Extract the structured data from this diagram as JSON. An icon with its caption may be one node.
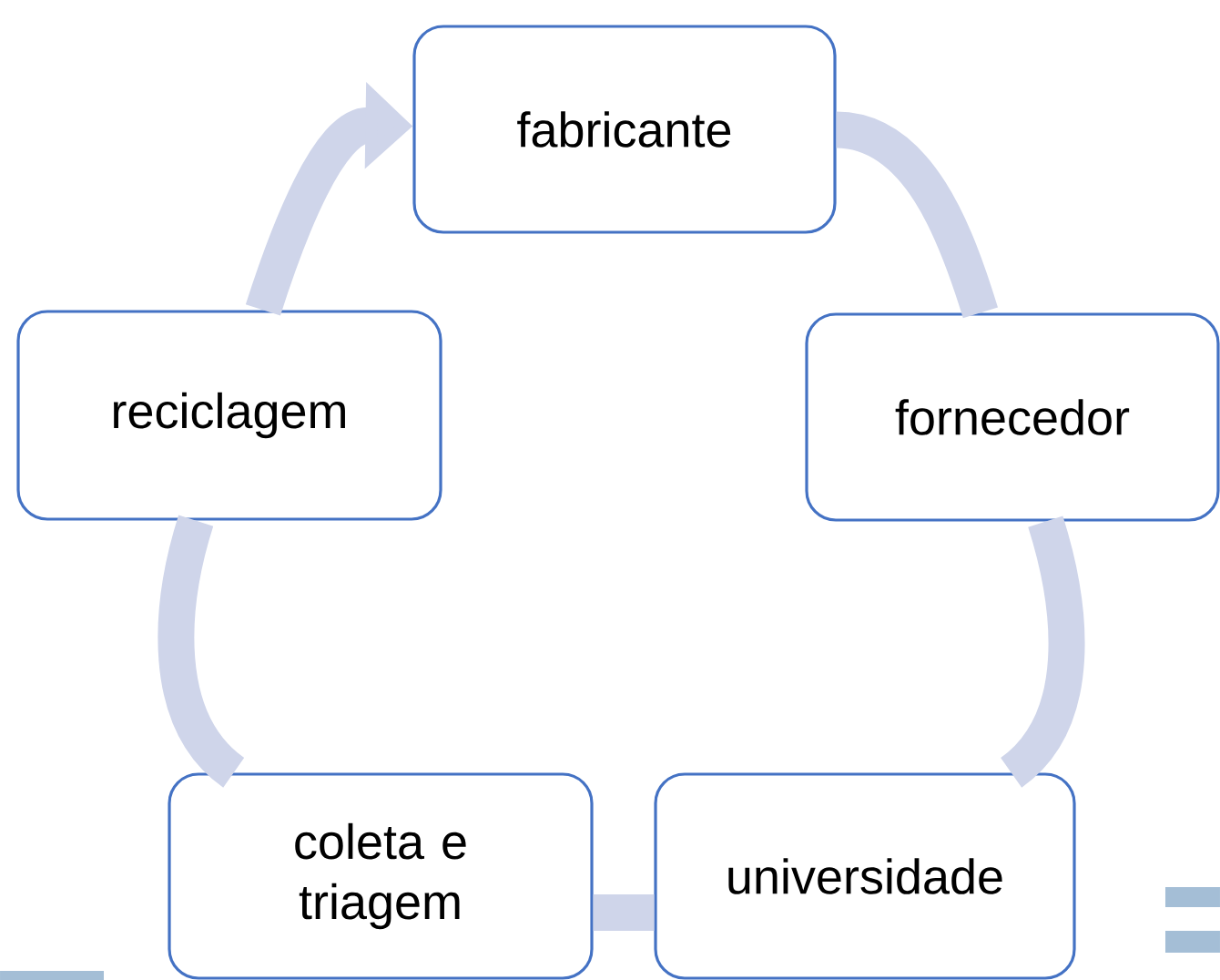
{
  "diagram": {
    "nodes": [
      {
        "text": [
          "fabricante"
        ]
      },
      {
        "text": [
          "fornecedor"
        ]
      },
      {
        "text": [
          "universidade"
        ]
      },
      {
        "text": [
          "coleta e triagem"
        ]
      },
      {
        "text": [
          "reciclagem"
        ]
      }
    ],
    "edges": [
      {
        "from": 0,
        "to": 1,
        "arrow": "none"
      },
      {
        "from": 1,
        "to": 2,
        "arrow": "none"
      },
      {
        "from": 2,
        "to": 3,
        "arrow": "none"
      },
      {
        "from": 3,
        "to": 4,
        "arrow": "none"
      },
      {
        "from": 4,
        "to": 0,
        "arrow": "to"
      }
    ]
  }
}
